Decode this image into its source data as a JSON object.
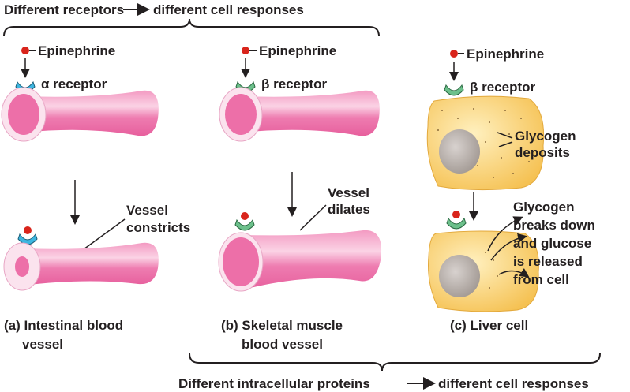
{
  "header": {
    "left": "Different receptors",
    "right": "different cell responses"
  },
  "footer": {
    "left": "Different intracellular proteins",
    "right": "different cell responses"
  },
  "panels": [
    {
      "ligand": "Epinephrine",
      "receptor": "α receptor",
      "response": [
        "Vessel",
        "constricts"
      ],
      "caption": [
        "(a) Intestinal blood",
        "vessel"
      ]
    },
    {
      "ligand": "Epinephrine",
      "receptor": "β receptor",
      "response": [
        "Vessel",
        "dilates"
      ],
      "caption": [
        "(b) Skeletal muscle",
        "blood vessel"
      ]
    },
    {
      "ligand": "Epinephrine",
      "receptor": "β receptor",
      "deposits": [
        "Glycogen",
        "deposits"
      ],
      "response": [
        "Glycogen",
        "breaks down",
        "and glucose",
        "is released",
        "from cell"
      ],
      "caption": [
        "(c) Liver cell"
      ]
    }
  ],
  "colors": {
    "vessel": "#ec6fa6",
    "alpha_receptor": "#3db6e0",
    "beta_receptor": "#6cc08b",
    "liver": "#f7c95a",
    "epinephrine": "#d9251c"
  }
}
